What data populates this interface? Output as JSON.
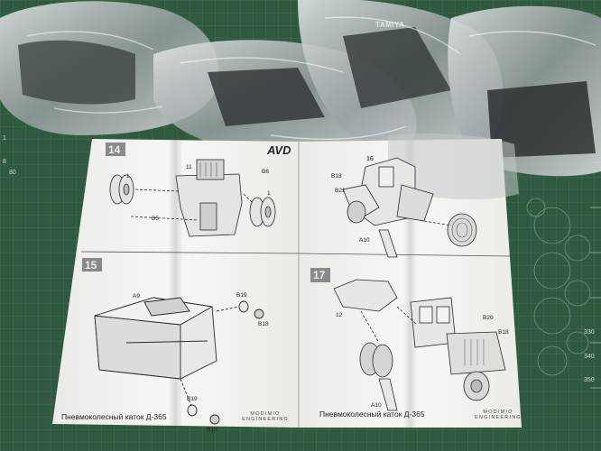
{
  "manual": {
    "steps": [
      "14",
      "15",
      "16",
      "17"
    ],
    "parts": {
      "s14": [
        "1",
        "11",
        "B6",
        "1",
        "B5"
      ],
      "s15": [
        "A9",
        "B19",
        "B18",
        "B19",
        "B18"
      ],
      "s16": [
        "B18",
        "B21",
        "A10"
      ],
      "s17": [
        "12",
        "B20",
        "B18",
        "A10"
      ]
    },
    "caption_left": "Пневмоколесный каток Д-365",
    "caption_right": "Пневмоколесный каток Д-365",
    "brand_left": "MODIMIO ENGINEERING",
    "brand_right": "MODIMIO ENGINEERING",
    "logo": "AVD"
  },
  "mat": {
    "brand_text": "TAMIYA",
    "ruler_left": [
      "1",
      "8",
      "80"
    ],
    "ruler_right": [
      "330",
      "340",
      "350"
    ]
  },
  "colors": {
    "mat": "#2f5a3f",
    "paper": "#f2f2ef",
    "bag": "#c8cdd0",
    "line": "#2a2a2a"
  }
}
